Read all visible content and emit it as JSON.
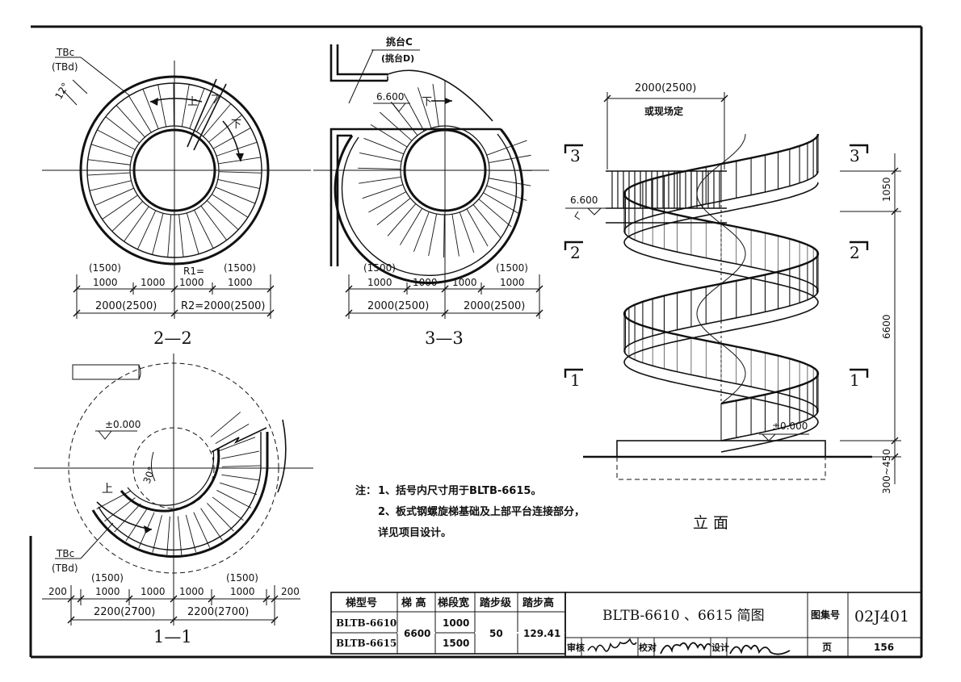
{
  "views": {
    "v22": {
      "title": "2—2",
      "leader": [
        "TBc",
        "(TBd)"
      ],
      "angle": "12°",
      "up": "上",
      "down": "下",
      "dims_top": [
        "(1500)",
        "1000",
        "1000",
        "R1=",
        "1000",
        "(1500)",
        "1000"
      ],
      "dims_bottom": [
        "2000(2500)",
        "R2=2000(2500)"
      ]
    },
    "v33": {
      "title": "3—3",
      "leader": [
        "挑台C",
        "(挑台D)"
      ],
      "level": "6.600",
      "down": "下",
      "dims_top": [
        "(1500)",
        "1000",
        "1000",
        "1000",
        "(1500)",
        "1000"
      ],
      "dims_bottom": [
        "2000(2500)",
        "2000(2500)"
      ]
    },
    "v11": {
      "title": "1—1",
      "level": "±0.000",
      "angle": "30°",
      "up": "上",
      "leader": [
        "TBc",
        "(TBd)"
      ],
      "dims_top": [
        "200",
        "(1500)",
        "1000",
        "1000",
        "1000",
        "(1500)",
        "1000",
        "200"
      ],
      "dims_bottom": [
        "2200(2700)",
        "2200(2700)"
      ]
    },
    "elev": {
      "title": "立  面",
      "width_dim": "2000(2500)",
      "width_note": "或现场定",
      "level_top": "6.600",
      "level_bottom": "±0.000",
      "section_marks": [
        "3",
        "3",
        "2",
        "2",
        "1",
        "1"
      ],
      "v_dims": [
        "1050",
        "6600",
        "300~450"
      ]
    }
  },
  "notes": {
    "label": "注：",
    "line1": "1、括号内尺寸用于BLTB-6615。",
    "line2": "2、板式钢螺旋梯基础及上部平台连接部分，",
    "line3": "详见项目设计。"
  },
  "table": {
    "headers": [
      "梯型号",
      "梯 高",
      "梯段宽",
      "踏步级",
      "踏步高"
    ],
    "rows": [
      {
        "model": "BLTB-6610",
        "width": "1000"
      },
      {
        "model": "BLTB-6615",
        "width": "1500"
      }
    ],
    "height": "6600",
    "steps": "50",
    "step_height": "129.41"
  },
  "titleblock": {
    "title": "BLTB-6610 、6615 简图",
    "atlas_label": "图集号",
    "atlas_no": "02J401",
    "review_label": "审核",
    "check_label": "校对",
    "design_label": "设计",
    "page_label": "页",
    "page_no": "156"
  }
}
